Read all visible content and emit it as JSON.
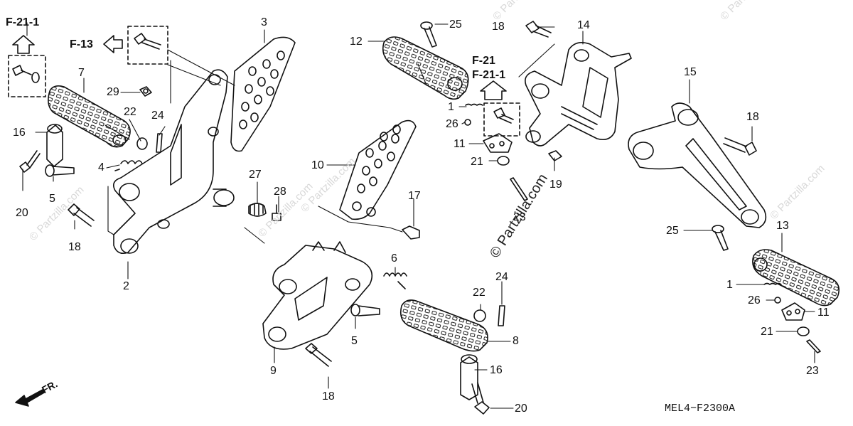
{
  "diagram": {
    "title_code": "MEL4−F2300A",
    "copyright": "© Partzilla.com",
    "watermark": "© Partzilla.com",
    "front_label": "FR.",
    "references": {
      "f21_1_top": "F-21-1",
      "f13": "F-13",
      "f21": "F-21",
      "f21_1_mid": "F-21-1"
    },
    "callouts": {
      "c1a": "1",
      "c1b": "1",
      "c2": "2",
      "c3": "3",
      "c4": "4",
      "c5a": "5",
      "c5b": "5",
      "c6": "6",
      "c7": "7",
      "c8": "8",
      "c9": "9",
      "c10": "10",
      "c11a": "11",
      "c11b": "11",
      "c12": "12",
      "c13": "13",
      "c14": "14",
      "c15": "15",
      "c16a": "16",
      "c16b": "16",
      "c17": "17",
      "c18a": "18",
      "c18b": "18",
      "c18c": "18",
      "c18d": "18",
      "c19": "19",
      "c20a": "20",
      "c20b": "20",
      "c21a": "21",
      "c21b": "21",
      "c22a": "22",
      "c22b": "22",
      "c23a": "23",
      "c23b": "23",
      "c24a": "24",
      "c24b": "24",
      "c25a": "25",
      "c25b": "25",
      "c26a": "26",
      "c26b": "26",
      "c27": "27",
      "c28": "28",
      "c29": "29"
    }
  }
}
